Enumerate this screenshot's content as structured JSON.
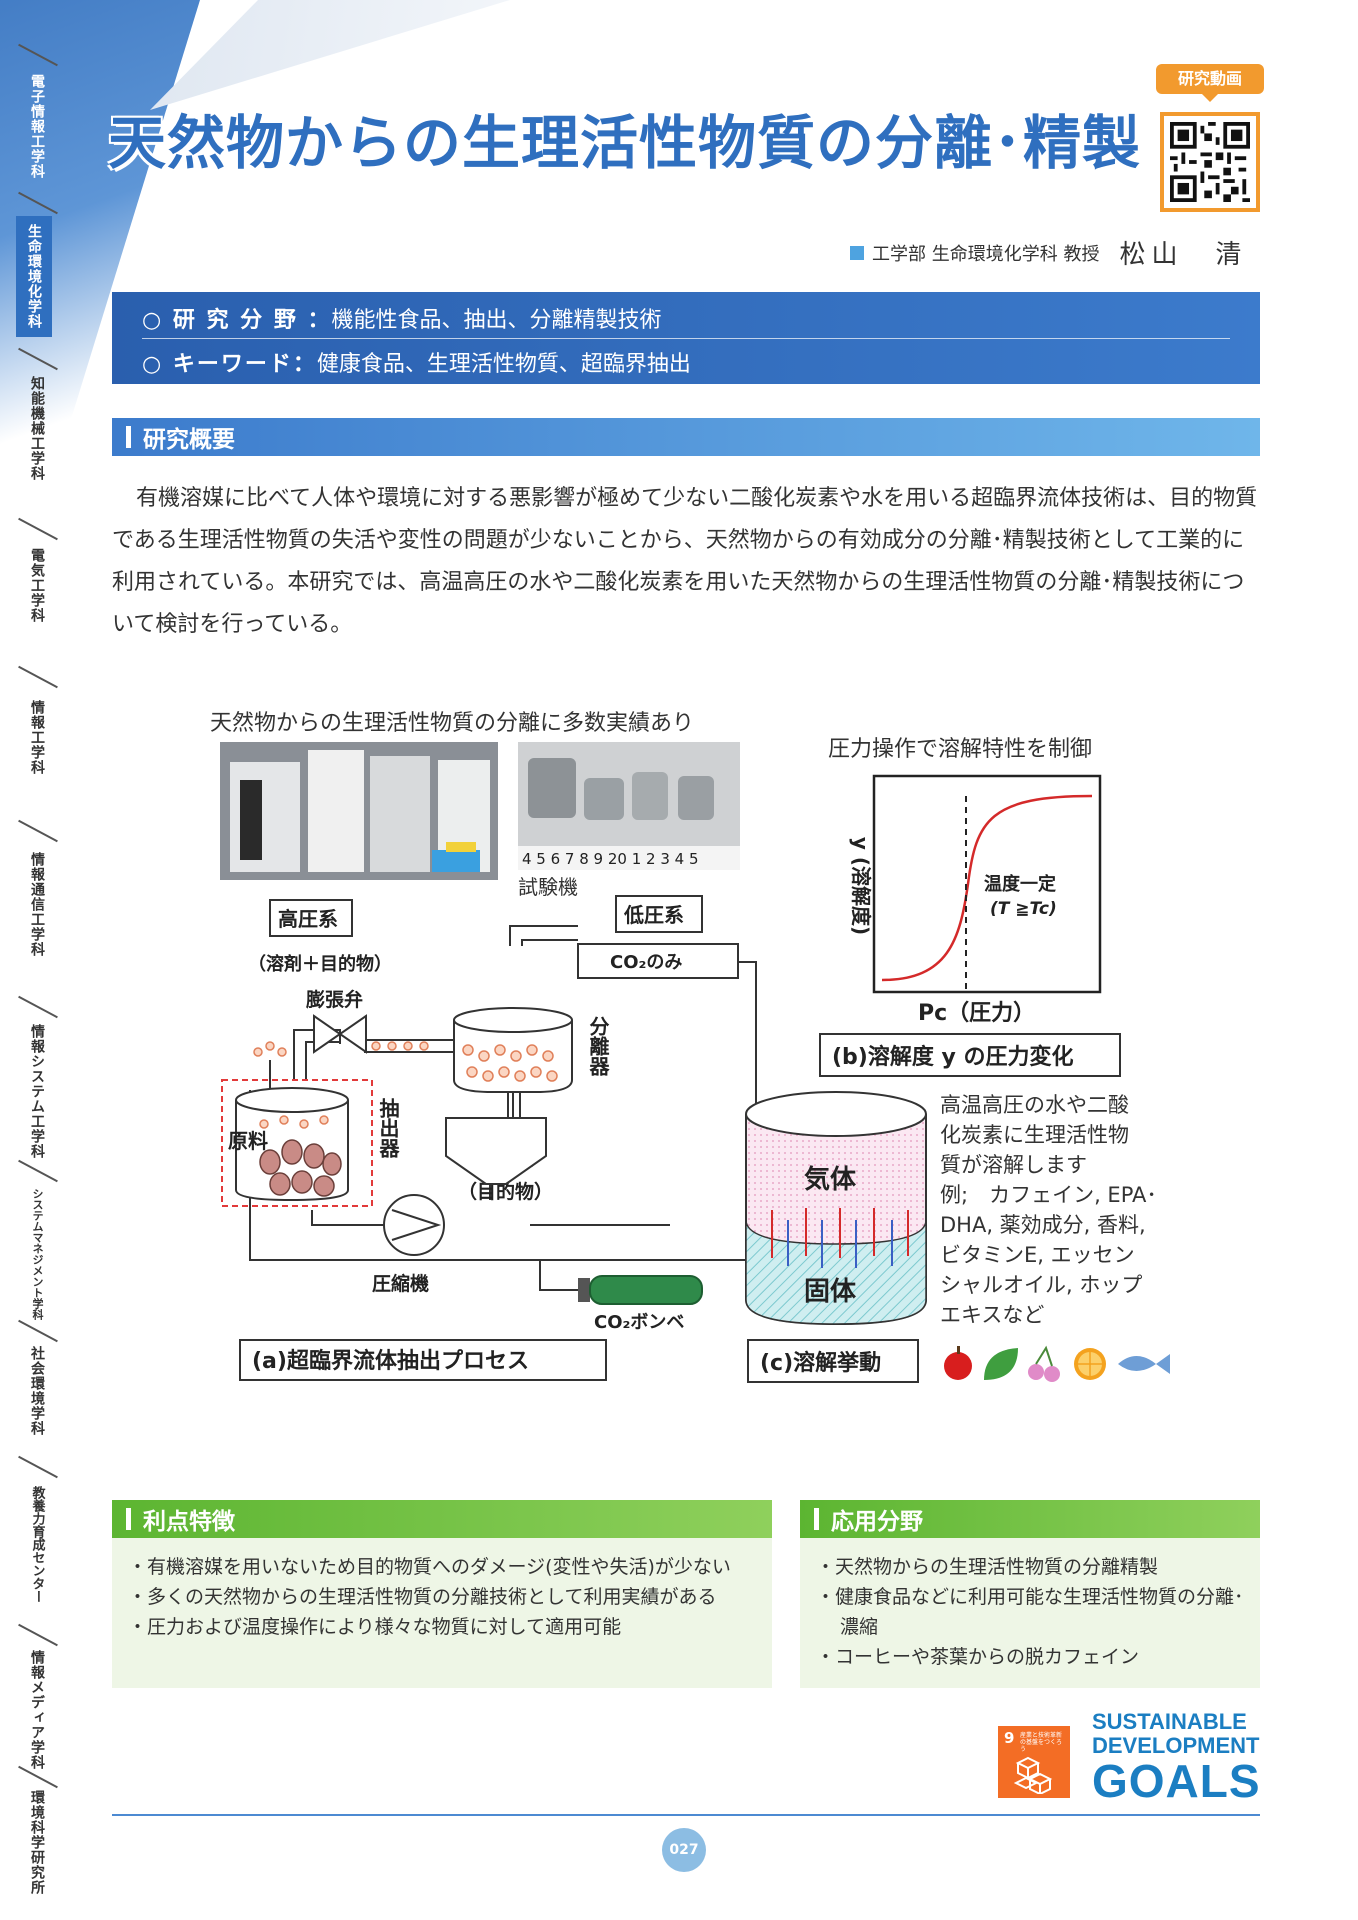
{
  "sidebar": [
    {
      "label": "電子情報工学科",
      "state": "normal"
    },
    {
      "label": "生命環境化学科",
      "state": "active"
    },
    {
      "label": "知能機械工学科",
      "state": "normal"
    },
    {
      "label": "電気工学科",
      "state": "normal"
    },
    {
      "label": "情報工学科",
      "state": "normal"
    },
    {
      "label": "情報通信工学科",
      "state": "normal"
    },
    {
      "label": "情報システム工学科",
      "state": "normal"
    },
    {
      "label": "システムマネジメント学科",
      "state": "normal"
    },
    {
      "label": "社会環境学科",
      "state": "normal"
    },
    {
      "label": "教養力育成センター",
      "state": "normal"
    },
    {
      "label": "情報メディア学科",
      "state": "normal"
    },
    {
      "label": "環境科学研究所",
      "state": "normal"
    }
  ],
  "header": {
    "title": "天然物からの生理活性物質の分離･精製",
    "qr_label": "研究動画",
    "author_dept": "工学部 生命環境化学科 教授",
    "author_name": "松山　清"
  },
  "field": {
    "research_label": "○ 研 究 分 野 ：",
    "research_value": "機能性食品、抽出、分離精製技術",
    "keyword_label": "○ キーワード：",
    "keyword_value": "健康食品、生理活性物質、超臨界抽出"
  },
  "overview": {
    "heading": "研究概要",
    "text": "有機溶媒に比べて人体や環境に対する悪影響が極めて少ない二酸化炭素や水を用いる超臨界流体技術は、目的物質である生理活性物質の失活や変性の問題が少ないことから、天然物からの有効成分の分離･精製技術として工業的に利用されている。本研究では、高温高圧の水や二酸化炭素を用いた天然物からの生理活性物質の分離･精製技術について検討を行っている。"
  },
  "figure": {
    "top_caption": "天然物からの生理活性物質の分離に多数実績あり",
    "ruler": "4 5 6 7 8 9 20 1 2 3 4 5",
    "test_machine": "試験機",
    "high_pressure": "高圧系",
    "solvent": "（溶剤＋目的物）",
    "low_pressure": "低圧系",
    "co2_only": "CO₂のみ",
    "valve": "膨張弁",
    "separator": "分離器",
    "extractor": "抽出器",
    "raw": "原料",
    "target": "（目的物）",
    "compressor": "圧縮機",
    "co2_cylinder": "CO₂ボンベ",
    "caption_a": "(a)超臨界流体抽出プロセス",
    "pressure_caption": "圧力操作で溶解特性を制御",
    "y_label": "y (溶解度)",
    "temp_const": "温度一定",
    "temp_cond": "(T ≧Tc)",
    "x_label": "Pc（圧力）",
    "caption_b": "(b)溶解度 y の圧力変化",
    "gas": "気体",
    "solid": "固体",
    "caption_c": "(c)溶解挙動",
    "desc": [
      "高温高圧の水や二酸",
      "化炭素に生理活性物",
      "質が溶解します",
      "例;　カフェイン, EPA･",
      "DHA, 薬効成分, 香料,",
      "ビタミンE, エッセン",
      "シャルオイル, ホップ",
      "エキスなど"
    ]
  },
  "advantages": {
    "heading": "利点特徴",
    "items": [
      "有機溶媒を用いないため目的物質へのダメージ(変性や失活)が少ない",
      "多くの天然物からの生理活性物質の分離技術として利用実績がある",
      "圧力および温度操作により様々な物質に対して適用可能"
    ]
  },
  "applications": {
    "heading": "応用分野",
    "items": [
      "天然物からの生理活性物質の分離精製",
      "健康食品などに利用可能な生理活性物質の分離･濃縮",
      "コーヒーや茶葉からの脱カフェイン"
    ]
  },
  "sdg": {
    "goal_number": "9",
    "goal_text": "産業と技術革新の基盤をつくろう",
    "line1": "SUSTAINABLE",
    "line2": "DEVELOPMENT",
    "line3": "GOALS"
  },
  "page_number": "027",
  "colors": {
    "accent_blue": "#2f6fbf",
    "green": "#5cb531",
    "orange": "#f29a2e",
    "sdg9": "#f36d25"
  }
}
